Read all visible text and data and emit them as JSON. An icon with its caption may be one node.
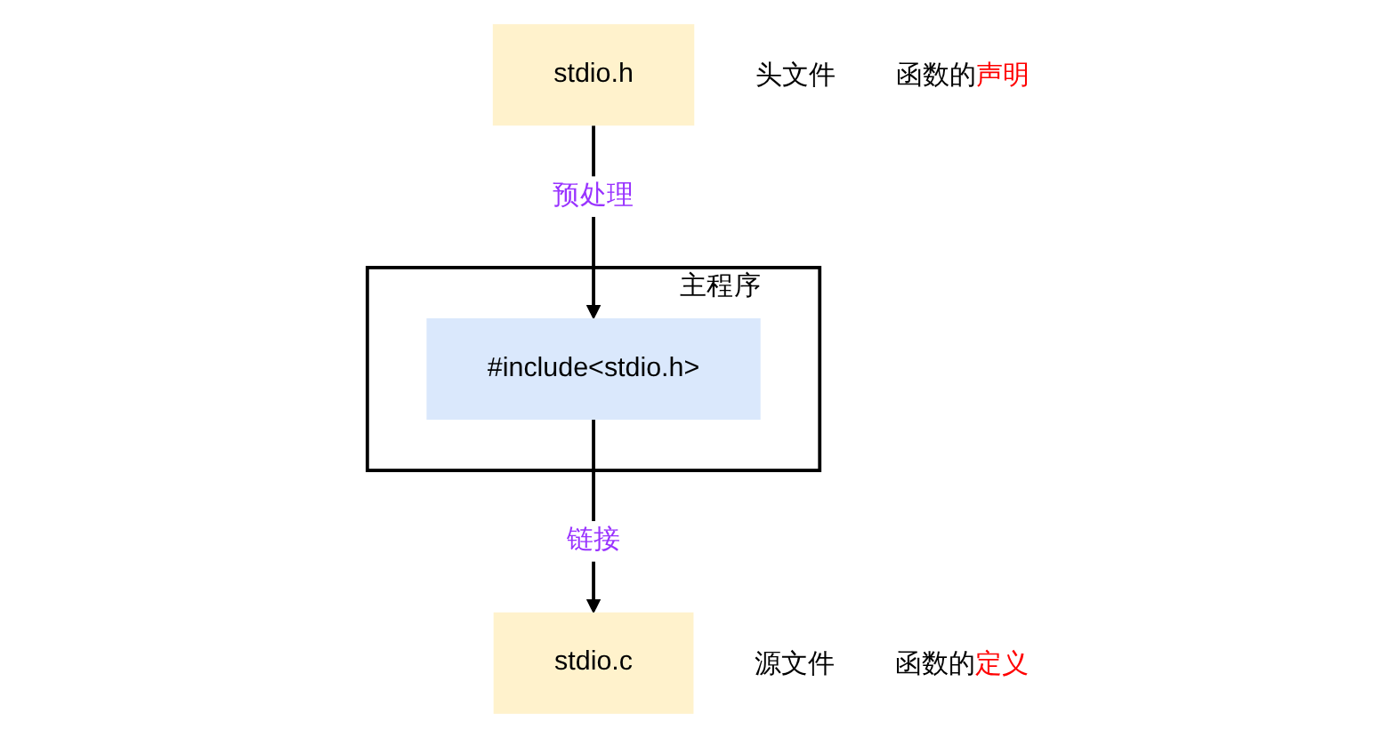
{
  "diagram": {
    "nodes": [
      {
        "text": [
          "stdio.h"
        ],
        "beside": [
          "头文件",
          "函数的声明"
        ]
      },
      {
        "text": [
          "stdio.c"
        ],
        "beside": [
          "源文件",
          "函数的定义"
        ]
      },
      {
        "text": [
          "主程序"
        ]
      },
      {
        "text": [
          "#include<stdio.h>"
        ],
        "in": 2
      }
    ],
    "edges": [
      {
        "from": 0,
        "to": 3,
        "arrow": "to",
        "label": "预处理"
      },
      {
        "from": 3,
        "to": 1,
        "arrow": "to",
        "label": "链接"
      }
    ]
  }
}
